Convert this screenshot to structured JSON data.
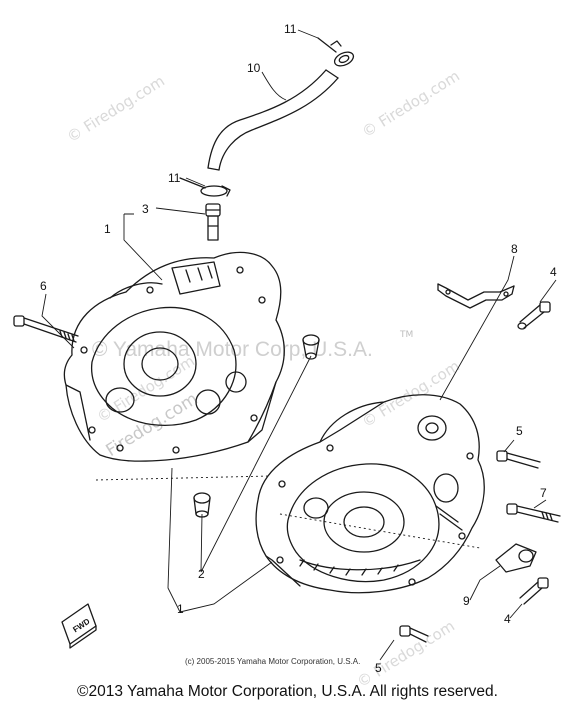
{
  "watermark": {
    "site": "© Firedog.com",
    "site_short": "Firedog.com",
    "center": "© Yamaha Motor Corp, U.S.A.",
    "trademark": "TM"
  },
  "callouts": [
    "11",
    "10",
    "11",
    "3",
    "1",
    "6",
    "8",
    "4",
    "5",
    "7",
    "2",
    "1",
    "9",
    "4",
    "5"
  ],
  "fwd_marker": "FWD",
  "fine_print": "(c) 2005-2015 Yamaha Motor Corporation, U.S.A.",
  "footer": "©2013 Yamaha Motor Corporation, U.S.A. All rights reserved."
}
